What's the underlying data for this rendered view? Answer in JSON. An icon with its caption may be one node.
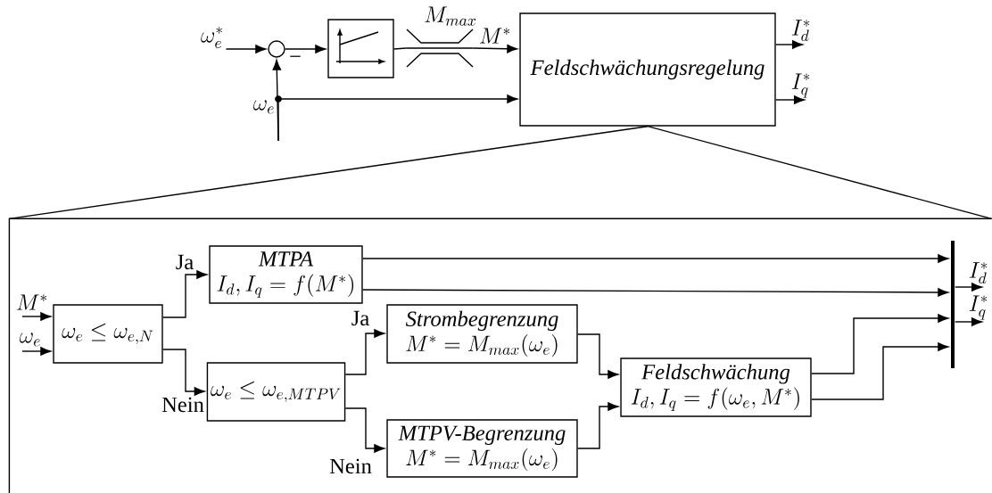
{
  "diagram": {
    "nodes": [
      {
        "text": [
          "\\omega_e^*"
        ]
      },
      {
        "text": [],
        "shape": "circle"
      },
      {
        "text": [],
        "shape": "box"
      },
      {
        "text": [
          "M_{max}"
        ]
      },
      {
        "text": [
          "Feldschwächungsregelung"
        ]
      },
      {
        "text": [],
        "shape": "box"
      },
      {
        "text": [
          "\\omega_e \\le \\omega_{e,N}"
        ],
        "in": 5
      },
      {
        "text": [
          "MTPA",
          "I_d, I_q = f(M^*)"
        ],
        "in": 5
      },
      {
        "text": [
          "\\omega_e \\le \\omega_{e,MTPV}"
        ],
        "in": 5
      },
      {
        "text": [
          "Strombegrenzung",
          "M^* = M_{max}(\\omega_e)"
        ],
        "in": 5
      },
      {
        "text": [
          "MTPV-Begrenzung",
          "M^* = M_{max}(\\omega_e)"
        ],
        "in": 5
      },
      {
        "text": [
          "Feldschwächung",
          "I_d, I_q = f(\\omega_e, M^*)"
        ],
        "in": 5
      },
      {
        "text": [],
        "shape": "bar",
        "in": 5
      }
    ],
    "edges": [
      {
        "from": 0,
        "to": 1,
        "arrow": "to"
      },
      {
        "from": 1,
        "to": 2,
        "arrow": "to"
      },
      {
        "from": 2,
        "to": 3,
        "arrow": "none"
      },
      {
        "from": 3,
        "to": 4,
        "arrow": "to",
        "label": "M^*"
      },
      {
        "from": null,
        "to": 1,
        "arrow": "to"
      },
      {
        "from": null,
        "to": 4,
        "arrow": "to",
        "label": "\\omega_e"
      },
      {
        "from": 4,
        "to": null,
        "arrow": "to",
        "label": "I_d^*"
      },
      {
        "from": 4,
        "to": null,
        "arrow": "to",
        "label": "I_q^*"
      },
      {
        "from": 4,
        "to": 5,
        "arrow": "none"
      },
      {
        "from": 4,
        "to": 5,
        "arrow": "none"
      },
      {
        "from": null,
        "to": 6,
        "arrow": "to",
        "label": "M^*"
      },
      {
        "from": null,
        "to": 6,
        "arrow": "to",
        "label": "\\omega_e"
      },
      {
        "from": 6,
        "to": 7,
        "arrow": "to",
        "label": "Ja"
      },
      {
        "from": 6,
        "to": 8,
        "arrow": "to",
        "label": "Nein"
      },
      {
        "from": 8,
        "to": 9,
        "arrow": "to",
        "label": "Ja"
      },
      {
        "from": 8,
        "to": 10,
        "arrow": "to",
        "label": "Nein"
      },
      {
        "from": 9,
        "to": 11,
        "arrow": "to"
      },
      {
        "from": 10,
        "to": 11,
        "arrow": "to"
      },
      {
        "from": 7,
        "to": 12,
        "arrow": "to"
      },
      {
        "from": 7,
        "to": 12,
        "arrow": "to"
      },
      {
        "from": 11,
        "to": 12,
        "arrow": "to"
      },
      {
        "from": 11,
        "to": 12,
        "arrow": "to"
      },
      {
        "from": 12,
        "to": null,
        "arrow": "to",
        "label": "I_d^*"
      },
      {
        "from": 12,
        "to": null,
        "arrow": "to",
        "label": "I_q^*"
      }
    ],
    "labels": [
      "−"
    ]
  }
}
